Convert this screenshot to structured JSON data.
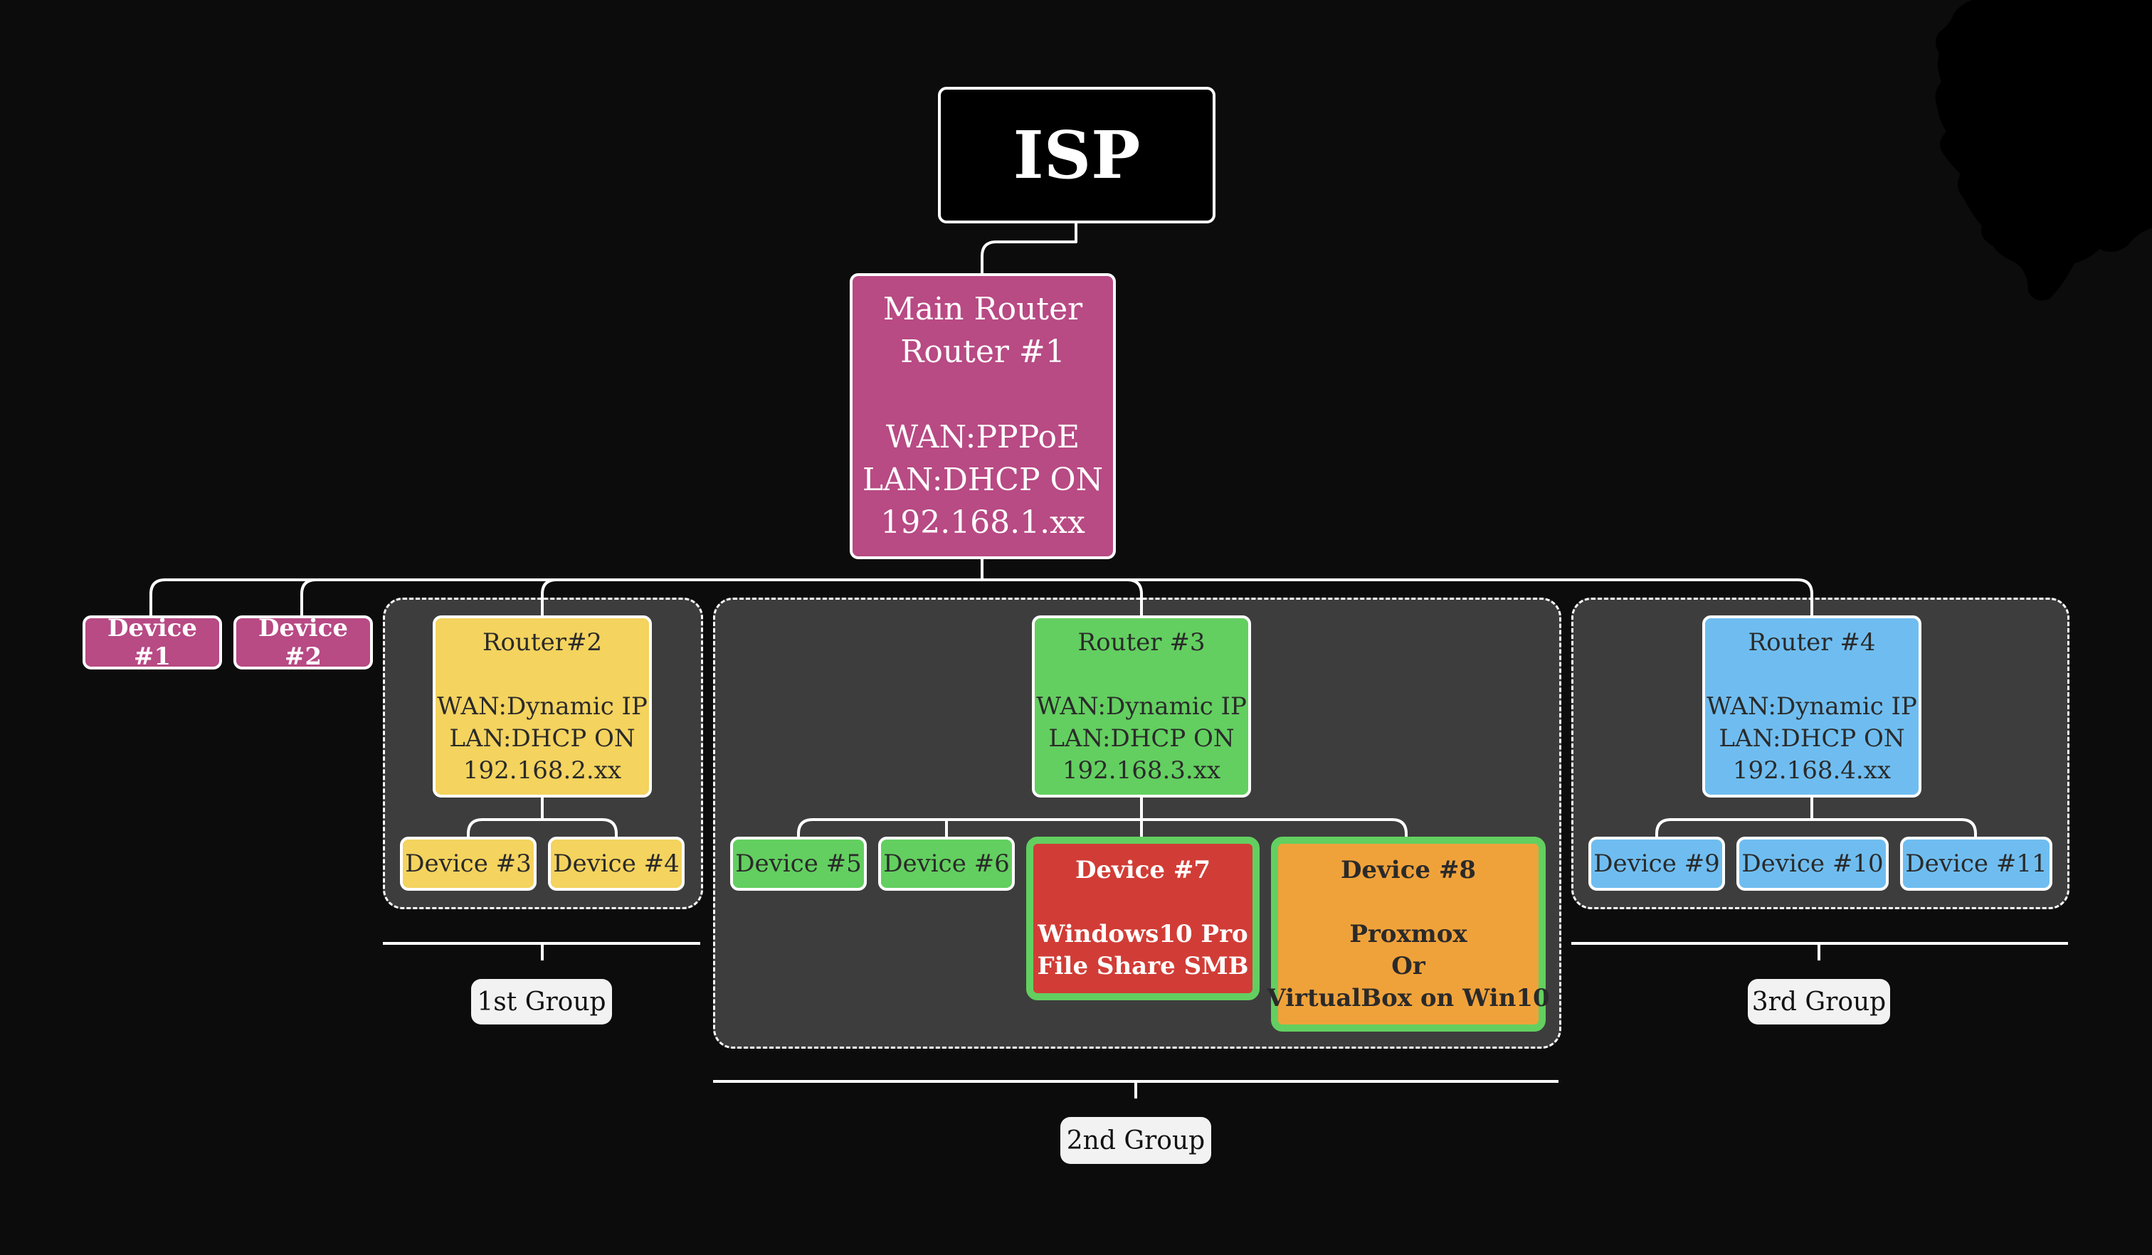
{
  "isp": {
    "label": "ISP"
  },
  "main_router": {
    "lines": [
      "Main Router",
      "Router #1",
      "",
      "WAN:PPPoE",
      "LAN:DHCP ON",
      "192.168.1.xx"
    ]
  },
  "devices_top": [
    {
      "label": "Device #1"
    },
    {
      "label": "Device #2"
    }
  ],
  "group1": {
    "router": {
      "lines": [
        "Router#2",
        "",
        "WAN:Dynamic IP",
        "LAN:DHCP ON",
        "192.168.2.xx"
      ]
    },
    "devices": [
      {
        "label": "Device #3"
      },
      {
        "label": "Device #4"
      }
    ],
    "label": "1st Group"
  },
  "group2": {
    "router": {
      "lines": [
        "Router #3",
        "",
        "WAN:Dynamic IP",
        "LAN:DHCP ON",
        "192.168.3.xx"
      ]
    },
    "devices": [
      {
        "label": "Device #5"
      },
      {
        "label": "Device #6"
      }
    ],
    "device7": {
      "lines": [
        "Device #7",
        "",
        "Windows10 Pro",
        "File Share SMB"
      ]
    },
    "device8": {
      "lines": [
        "Device #8",
        "",
        "Proxmox",
        "Or",
        "VirtualBox on Win10"
      ]
    },
    "label": "2nd Group"
  },
  "group3": {
    "router": {
      "lines": [
        "Router #4",
        "",
        "WAN:Dynamic IP",
        "LAN:DHCP ON",
        "192.168.4.xx"
      ]
    },
    "devices": [
      {
        "label": "Device #9"
      },
      {
        "label": "Device #10"
      },
      {
        "label": "Device #11"
      }
    ],
    "label": "3rd Group"
  },
  "colors": {
    "background": "#0c0c0c",
    "group_background": "#3d3d3d",
    "main_router": "#b84a84",
    "group1": "#f4d35e",
    "group2": "#63cf60",
    "group3": "#6fbdf0",
    "device7": "#d13d36",
    "device8": "#f0a23a"
  }
}
